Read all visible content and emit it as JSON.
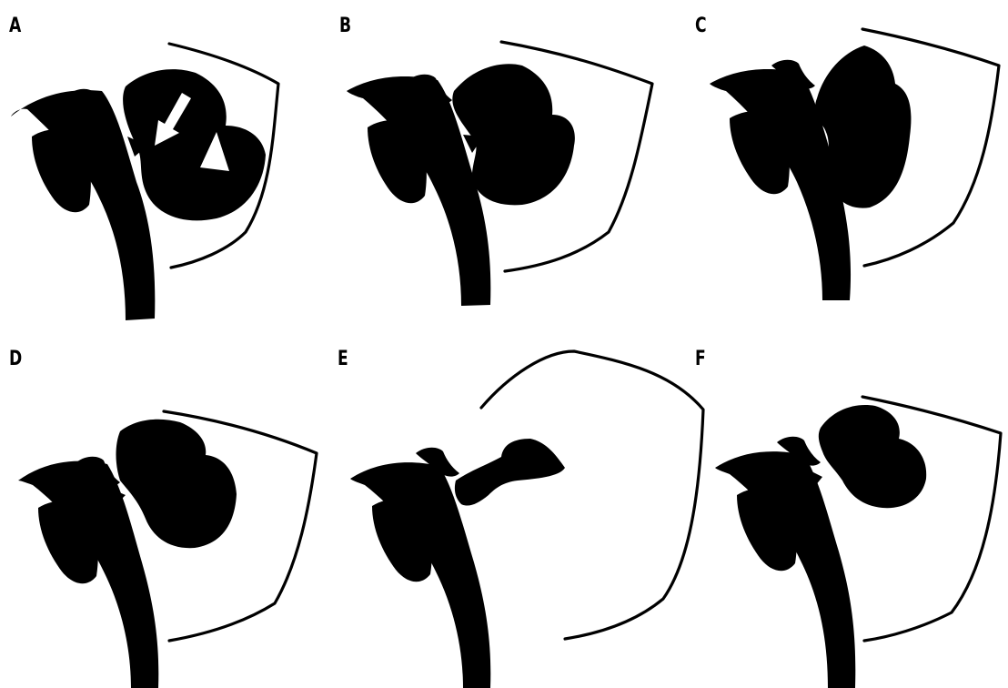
{
  "panels": [
    {
      "label": "A"
    },
    {
      "label": "B"
    },
    {
      "label": "C"
    },
    {
      "label": "D"
    },
    {
      "label": "E"
    },
    {
      "label": "F"
    }
  ],
  "colors": {
    "ink": "#000000",
    "background": "#ffffff"
  }
}
